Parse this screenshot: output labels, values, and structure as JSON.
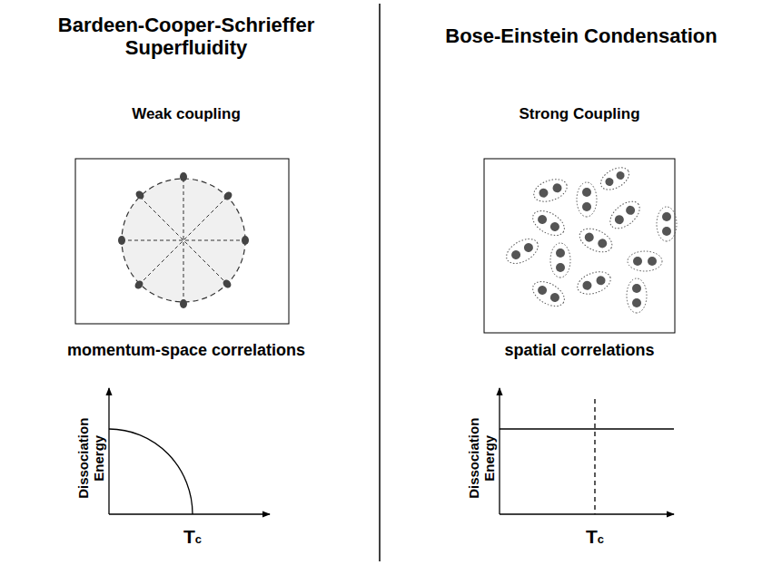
{
  "diagram": {
    "labels": [
      "Bardeen-Cooper-Schrieffer Superfluidity",
      "Bose-Einstein Condensation",
      "Weak coupling",
      "Strong Coupling",
      "momentum-space correlations",
      "spatial correlations",
      "Dissociation Energy",
      "Tc",
      "Dissociation Energy",
      "Tc"
    ]
  }
}
